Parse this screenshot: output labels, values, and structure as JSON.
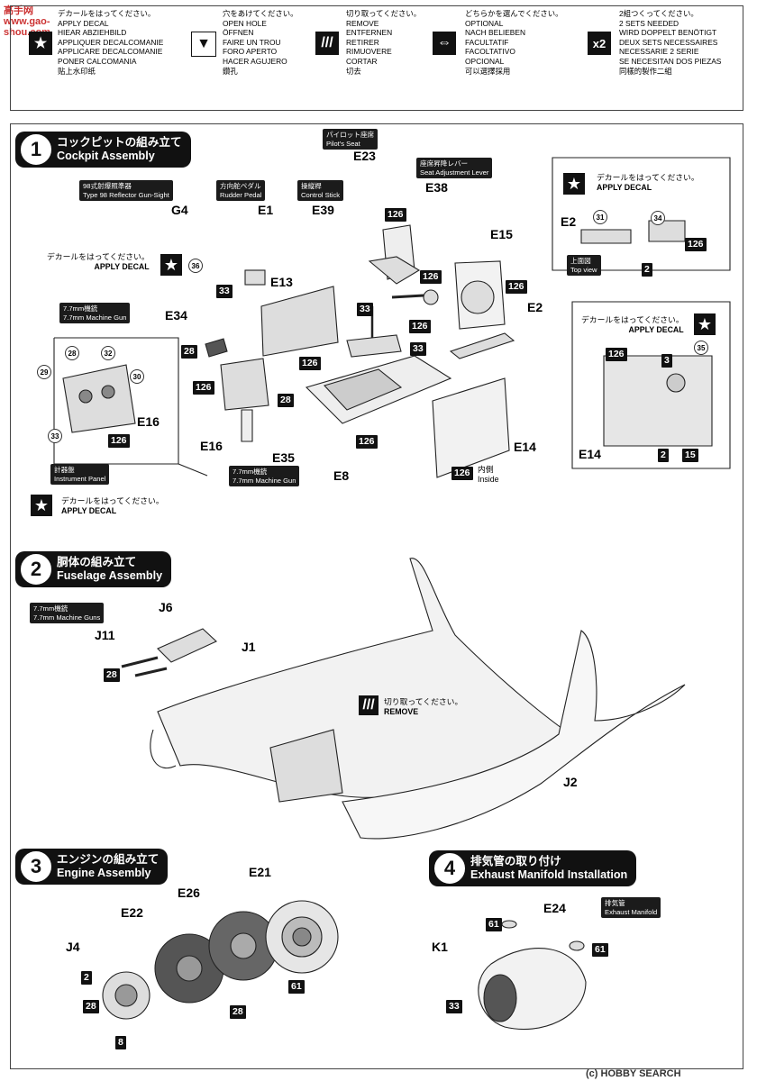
{
  "watermark_top": "高手网 www.gao-shou.com",
  "legend": {
    "apply_decal": [
      "デカールをはってください。",
      "APPLY DECAL",
      "HIEAR ABZIEHBILD",
      "APPLIQUER DECALCOMANIE",
      "APPLICARE DECALCOMANIE",
      "PONER CALCOMANIA",
      "贴上水印纸"
    ],
    "open_hole": [
      "穴をあけてください。",
      "OPEN HOLE",
      "ÖFFNEN",
      "FAIRE UN TROU",
      "FORO APERTO",
      "HACER AGUJERO",
      "鑽孔"
    ],
    "remove": [
      "切り取ってください。",
      "REMOVE",
      "ENTFERNEN",
      "RETIRER",
      "RIMUOVERE",
      "CORTAR",
      "切去"
    ],
    "optional": [
      "どちらかを選んでください。",
      "OPTIONAL",
      "NACH BELIEBEN",
      "FACULTATIF",
      "FACOLTATIVO",
      "OPCIONAL",
      "可以選擇採用"
    ],
    "x2": [
      "2組つくってください。",
      "2 SETS NEEDED",
      "WIRD DOPPELT BENÖTIGT",
      "DEUX SETS NECESSAIRES",
      "NECESSARIE 2 SERIE",
      "SE NECESITAN DOS PIEZAS",
      "同樣的製作二組"
    ],
    "x2_label": "x2"
  },
  "step1": {
    "num": "1",
    "title_jp": "コックピットの組み立て",
    "title_en": "Cockpit Assembly",
    "tags": {
      "seat_jp": "パイロット座席",
      "seat_en": "Pilot's Seat",
      "lever_jp": "座席昇降レバー",
      "lever_en": "Seat Adjustment Lever",
      "sight_jp": "98式射爆照準器",
      "sight_en": "Type 98 Reflector Gun-Sight",
      "pedal_jp": "方向舵ペダル",
      "pedal_en": "Rudder Pedal",
      "stick_jp": "操縦桿",
      "stick_en": "Control Stick",
      "mg_jp": "7.7mm機銃",
      "mg_en": "7.7mm Machine Gun",
      "mg2_jp": "7.7mm機銃",
      "mg2_en": "7.7mm Machine Gun",
      "panel_jp": "計器盤",
      "panel_en": "Instrument Panel",
      "top_jp": "上面図",
      "top_en": "Top view"
    },
    "decal_jp": "デカールをはってください。",
    "decal_en": "APPLY DECAL",
    "inside_jp": "内側",
    "inside_en": "Inside",
    "parts": [
      "E23",
      "E38",
      "G4",
      "E1",
      "E39",
      "E15",
      "E13",
      "E34",
      "E2",
      "E35",
      "E16",
      "E8",
      "E14"
    ],
    "badges": [
      "126",
      "33",
      "28",
      "3",
      "15",
      "2"
    ],
    "circles": [
      "36",
      "28",
      "32",
      "29",
      "30",
      "33",
      "31",
      "34",
      "35"
    ]
  },
  "step2": {
    "num": "2",
    "title_jp": "胴体の組み立て",
    "title_en": "Fuselage Assembly",
    "mg_jp": "7.7mm機銃",
    "mg_en": "7.7mm Machine Guns",
    "remove_jp": "切り取ってください。",
    "remove_en": "REMOVE",
    "parts": [
      "J6",
      "J11",
      "J1",
      "J2"
    ],
    "badge": "28"
  },
  "step3": {
    "num": "3",
    "title_jp": "エンジンの組み立て",
    "title_en": "Engine Assembly",
    "parts": [
      "E21",
      "E26",
      "E22",
      "J4"
    ],
    "badges": [
      "2",
      "28",
      "8",
      "61",
      "28"
    ]
  },
  "step4": {
    "num": "4",
    "title_jp": "排気管の取り付け",
    "title_en": "Exhaust Manifold Installation",
    "tag_jp": "排気管",
    "tag_en": "Exhaust Manifold",
    "parts": [
      "E24",
      "K1"
    ],
    "badges": [
      "61",
      "61",
      "33"
    ]
  },
  "footer_watermark": "(c) HOBBY SEARCH"
}
